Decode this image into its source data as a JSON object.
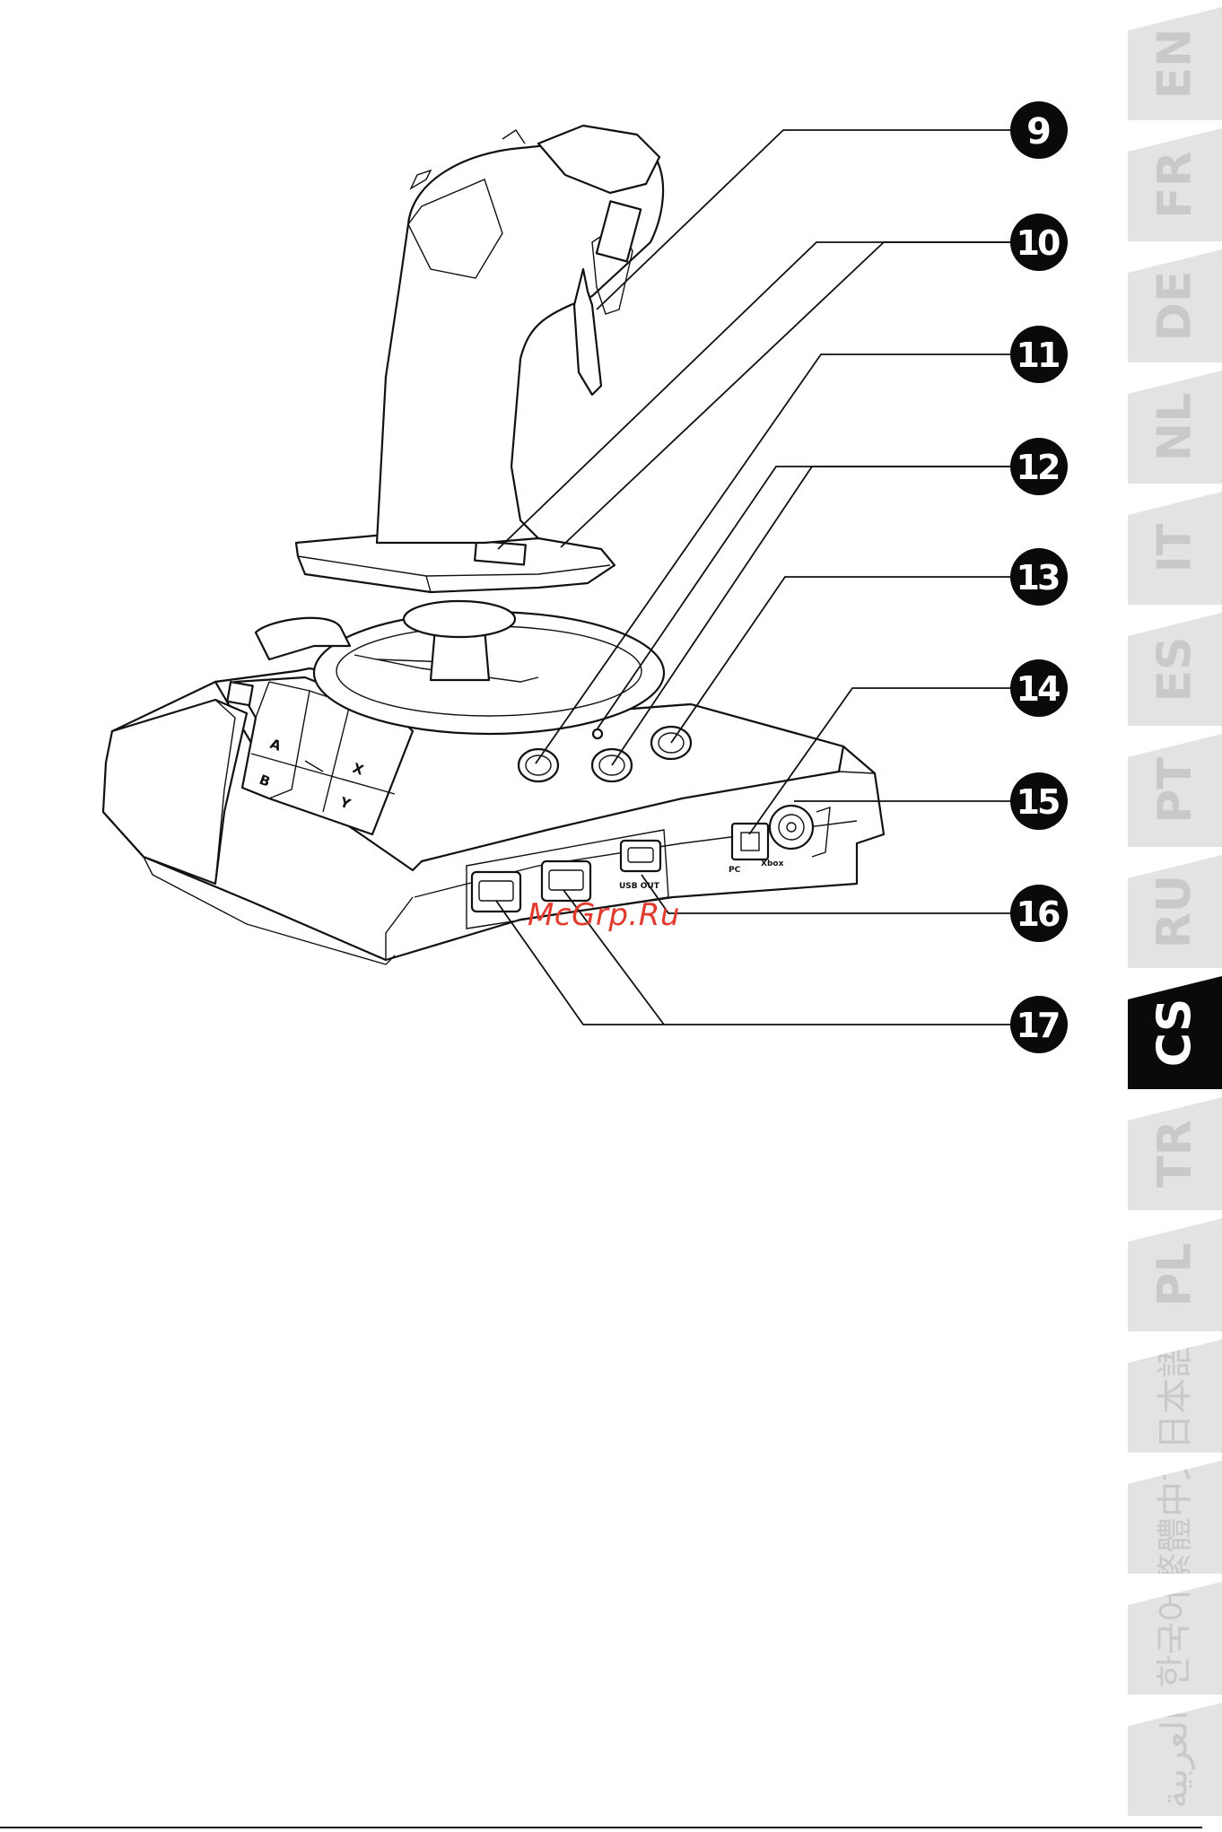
{
  "watermark": "McGrp.Ru",
  "callouts": [
    {
      "id": "9",
      "label": "9"
    },
    {
      "id": "10",
      "label": "10"
    },
    {
      "id": "11",
      "label": "11"
    },
    {
      "id": "12",
      "label": "12"
    },
    {
      "id": "13",
      "label": "13"
    },
    {
      "id": "14",
      "label": "14"
    },
    {
      "id": "15",
      "label": "15"
    },
    {
      "id": "16",
      "label": "16"
    },
    {
      "id": "17",
      "label": "17"
    }
  ],
  "device_labels": {
    "usb_out": "USB OUT",
    "pc": "PC",
    "xbox": "Xbox",
    "button_a": "A",
    "button_b": "B",
    "button_x": "X",
    "button_y": "Y"
  },
  "language_tabs": [
    {
      "code": "EN",
      "active": false
    },
    {
      "code": "FR",
      "active": false
    },
    {
      "code": "DE",
      "active": false
    },
    {
      "code": "NL",
      "active": false
    },
    {
      "code": "IT",
      "active": false
    },
    {
      "code": "ES",
      "active": false
    },
    {
      "code": "PT",
      "active": false
    },
    {
      "code": "RU",
      "active": false
    },
    {
      "code": "CS",
      "active": true
    },
    {
      "code": "TR",
      "active": false
    },
    {
      "code": "PL",
      "active": false
    },
    {
      "code": "日本語",
      "active": false
    },
    {
      "code": "繁體中文",
      "active": false
    },
    {
      "code": "한국어",
      "active": false
    },
    {
      "code": "العربية",
      "active": false
    }
  ],
  "colors": {
    "tab_inactive": "#e3e3e3",
    "tab_inactive_text": "#c9c9c9",
    "tab_active": "#0a0a0a",
    "tab_active_text": "#ffffff",
    "watermark": "#e23b2e"
  }
}
